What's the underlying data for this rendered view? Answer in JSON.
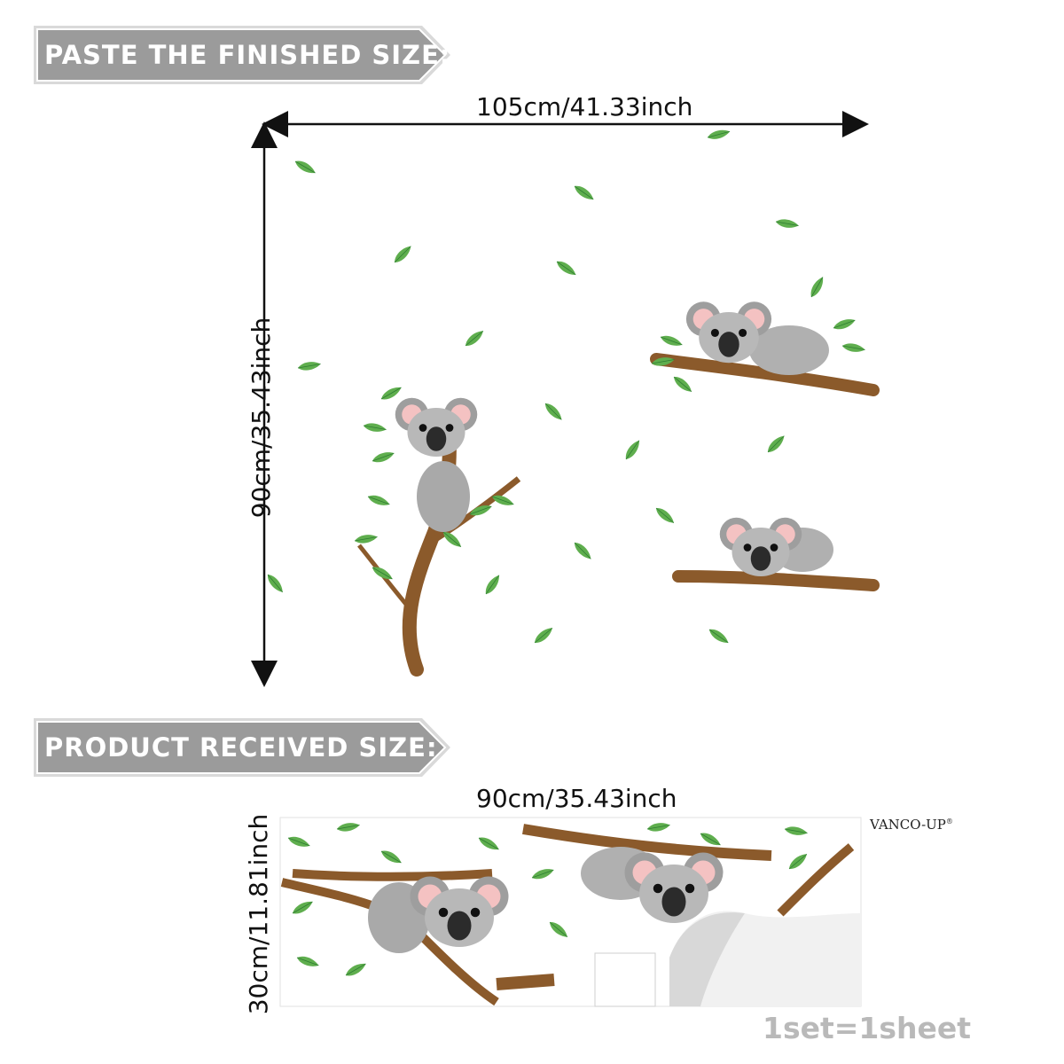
{
  "banners": {
    "finished": "PASTE THE FINISHED SIZE:",
    "received": "PRODUCT RECEIVED SIZE:"
  },
  "finished_size": {
    "width_label": "105cm/41.33inch",
    "height_label": "90cm/35.43inch"
  },
  "received_size": {
    "width_label": "90cm/35.43inch",
    "height_label": "30cm/11.81inch"
  },
  "brand": "VANCO-UP",
  "brand_mark": "®",
  "set_label": "1set=1sheet",
  "colors": {
    "banner_fill": "#9b9b9b",
    "banner_stroke": "#d6d6d6",
    "leaf_green": "#4caf50",
    "branch_brown": "#8b5a2b",
    "koala_gray": "#a8a8a8",
    "set_label": "#b9b9b9"
  },
  "icons": [
    "koala-illustration",
    "eucalyptus-leaf-icon",
    "branch-illustration",
    "dimension-arrow-icon"
  ]
}
